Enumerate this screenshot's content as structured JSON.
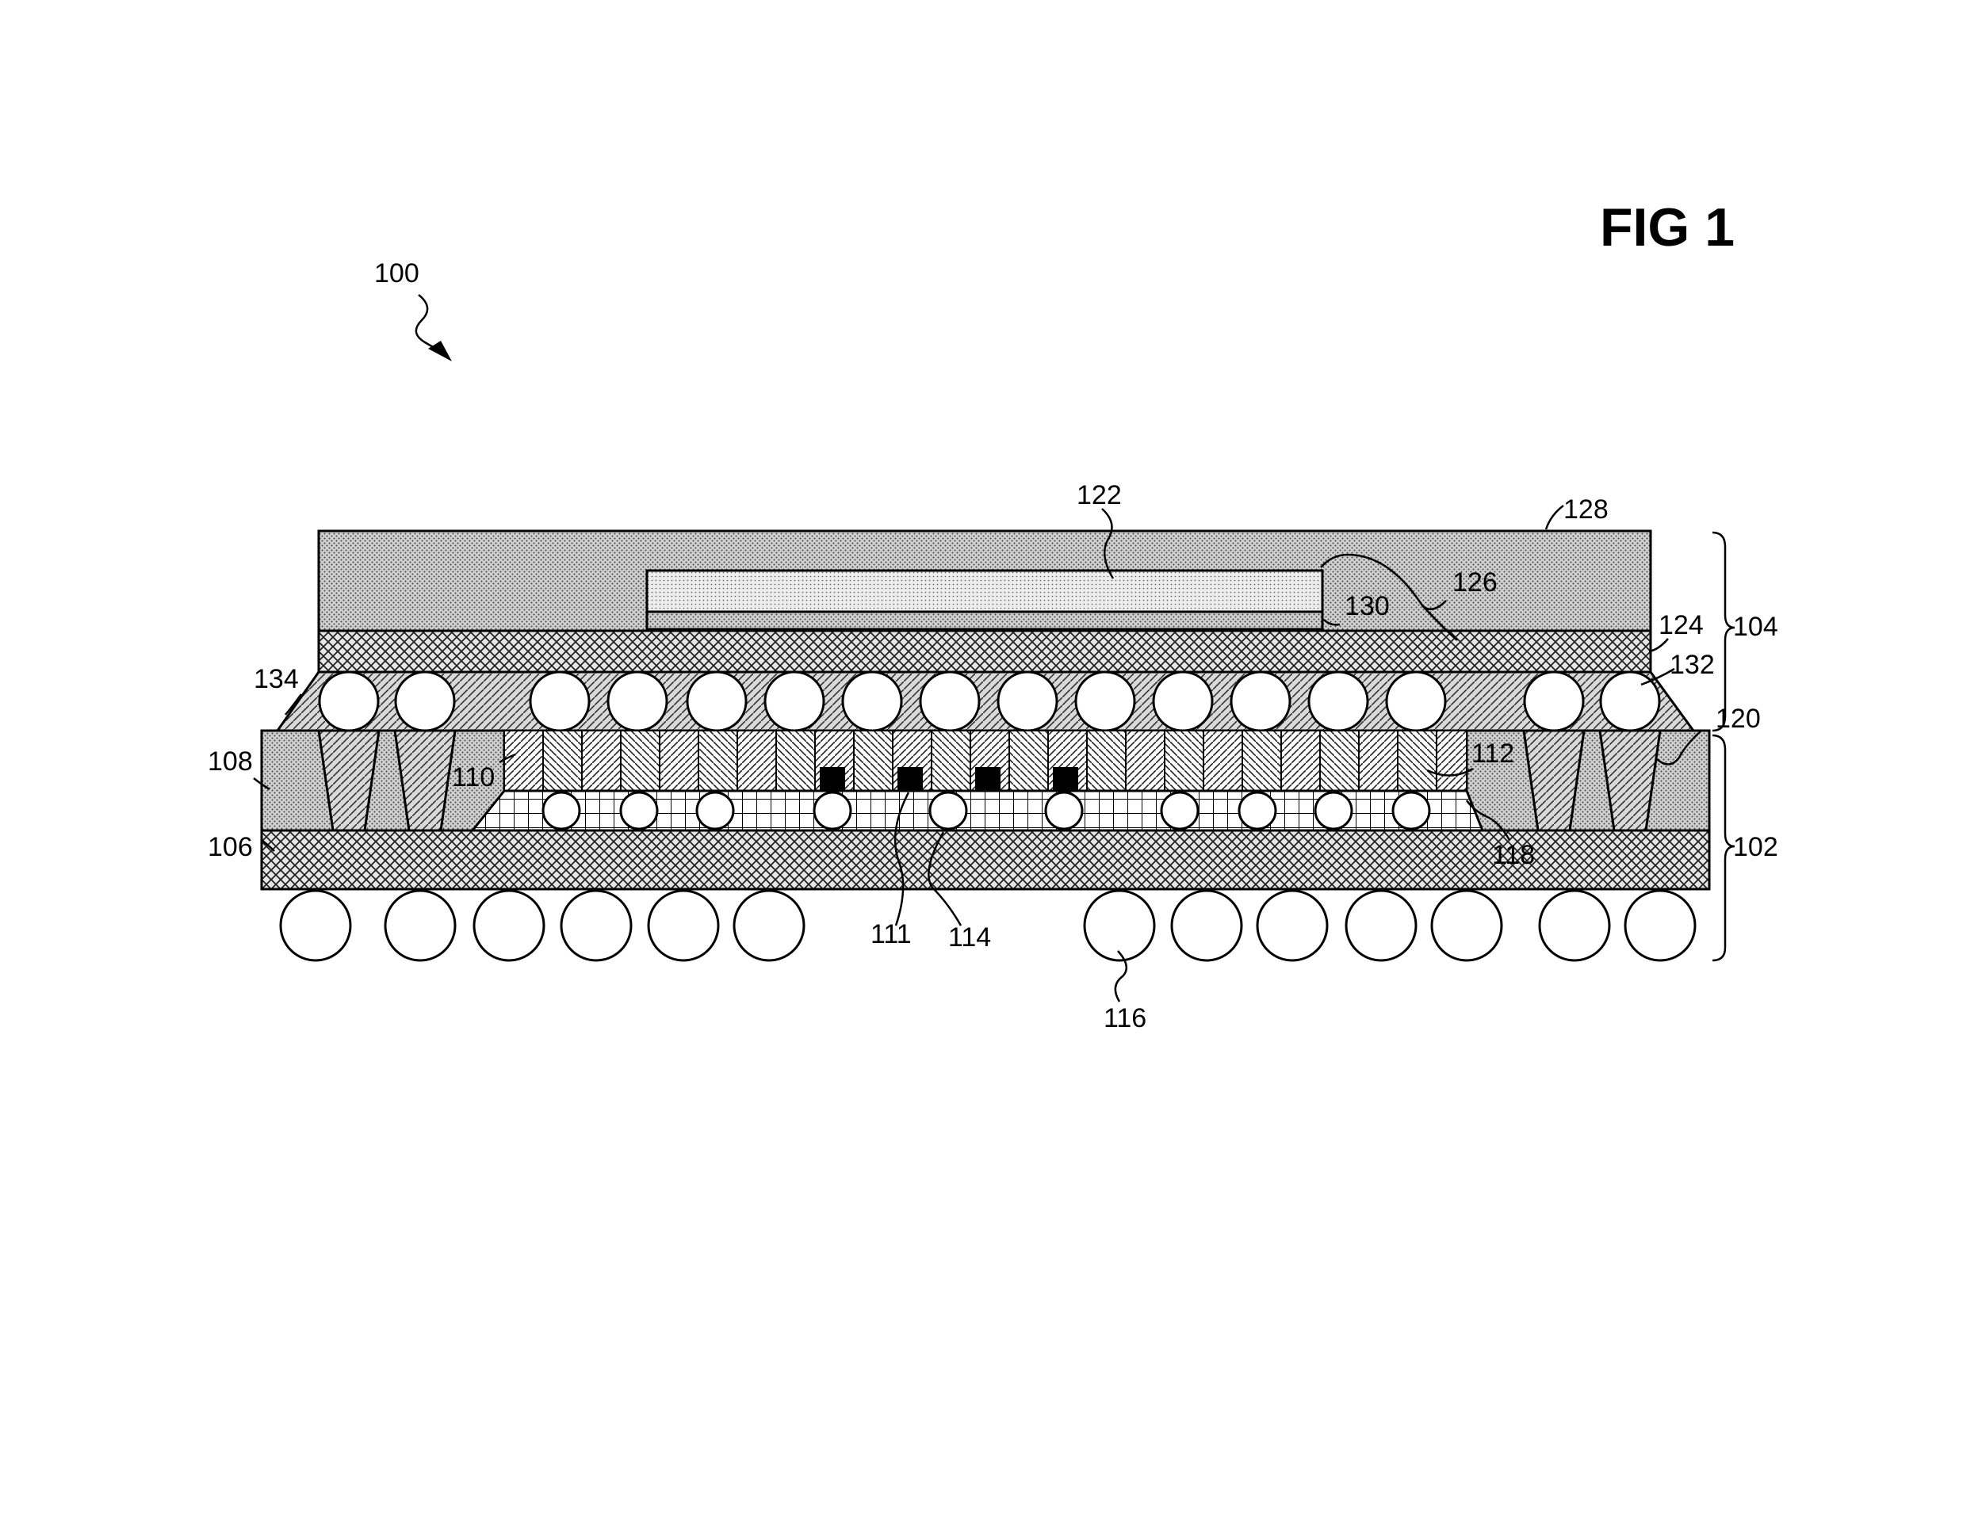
{
  "figure": {
    "title": "FIG 1",
    "labels": {
      "l100": "100",
      "l102": "102",
      "l104": "104",
      "l106": "106",
      "l108": "108",
      "l110": "110",
      "l111": "111",
      "l112": "112",
      "l114": "114",
      "l116": "116",
      "l118": "118",
      "l120": "120",
      "l122": "122",
      "l124": "124",
      "l126": "126",
      "l128": "128",
      "l130": "130",
      "l132": "132",
      "l134": "134"
    }
  }
}
